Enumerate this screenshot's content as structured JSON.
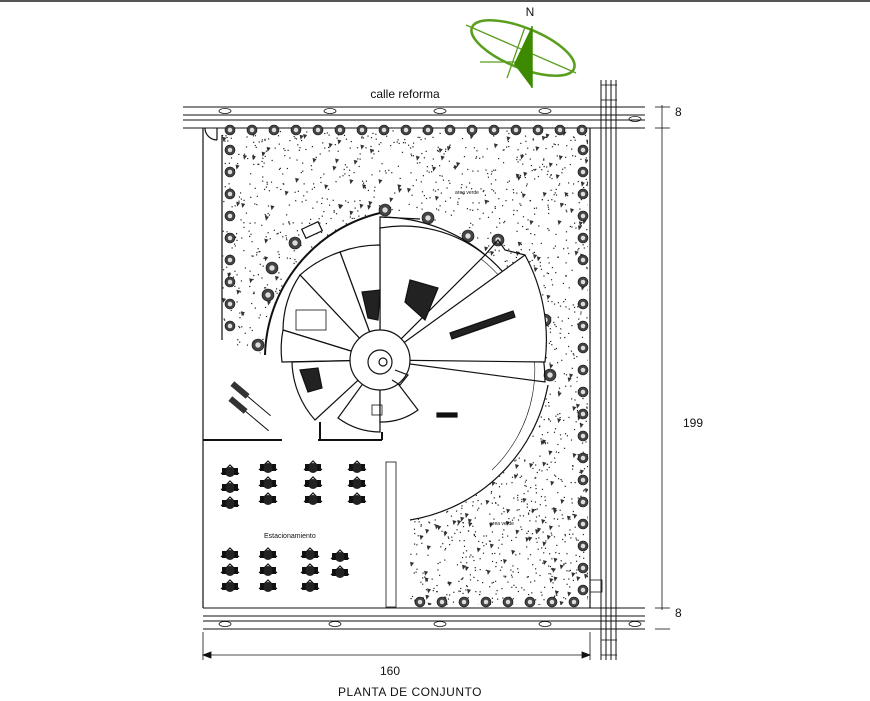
{
  "drawing": {
    "title": "PLANTA DE CONJUNTO",
    "street_label": "calle reforma",
    "north_label": "N",
    "parking_label": "Estacionamiento",
    "green_area_labels": [
      "area verde",
      "area verde"
    ],
    "dimensions": {
      "top_strip": "8",
      "height": "199",
      "bottom_strip": "8",
      "width": "160"
    },
    "icons": [
      "north-arrow-icon",
      "tree-icon",
      "car-icon"
    ],
    "colors": {
      "line": "#111111",
      "north_arrow": "#3d8a00",
      "north_ring": "#5a9e1e"
    }
  }
}
